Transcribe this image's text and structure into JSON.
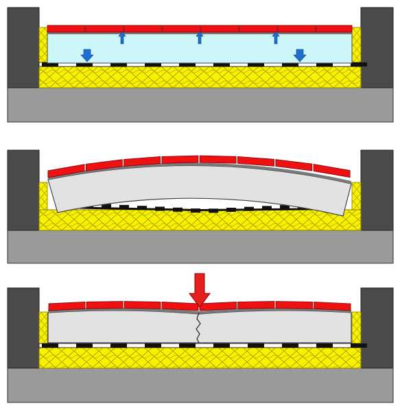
{
  "diagram": {
    "panels": [
      {
        "id": "panel-1",
        "state": "screed drying, moisture migrating",
        "arrows": [
          "up",
          "up",
          "up",
          "down",
          "down"
        ]
      },
      {
        "id": "panel-2",
        "state": "screed edges curled upward, separated from insulation"
      },
      {
        "id": "panel-3",
        "state": "load applied at center, screed cracked",
        "arrows": [
          "down-load"
        ]
      }
    ],
    "colors": {
      "wall": "#4a4a4a",
      "slab": "#9a9a9a",
      "insulation": "#f7f200",
      "insulation_hatch": "#b5a400",
      "screed_wet": "#cdf6f8",
      "screed_dry": "#e2e2e2",
      "tile": "#ee1111",
      "arrow_blue": "#1f6fd1",
      "arrow_red": "#e61e1e",
      "membrane": "#111111"
    }
  }
}
